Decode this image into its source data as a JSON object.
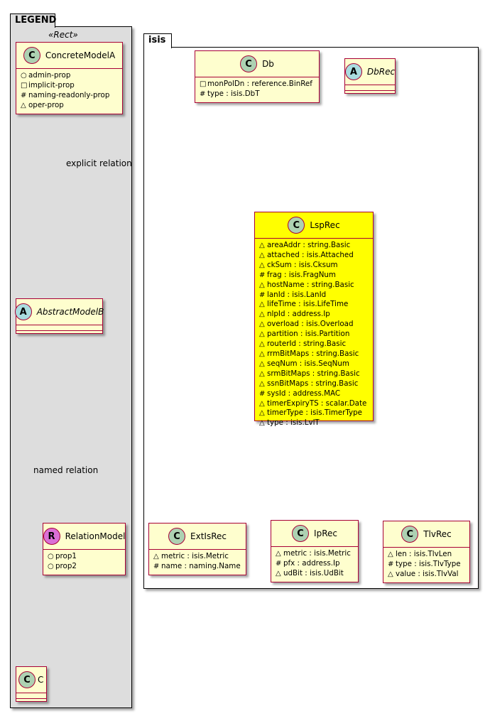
{
  "legend": {
    "title": "LEGEND",
    "stereotype": "«Rect»",
    "relation_labels": {
      "explicit": "explicit relation",
      "named": "named relation"
    }
  },
  "package": {
    "title": "isis"
  },
  "colors": {
    "class_fill": "#fefece",
    "class_border": "#a80036",
    "highlight_fill": "#ffff00",
    "legend_fill": "#dddddd",
    "spot_class": "#add1b2",
    "spot_abstract": "#a9dcdf",
    "spot_relation": "#da70d6"
  },
  "classes": {
    "concrete_model_a": {
      "spot": "C",
      "name": "ConcreteModelA",
      "attrs": [
        {
          "vis": "○",
          "text": "admin-prop"
        },
        {
          "vis": "□",
          "text": "implicit-prop"
        },
        {
          "vis": "#",
          "text": "naming-readonly-prop"
        },
        {
          "vis": "△",
          "text": "oper-prop"
        }
      ]
    },
    "abstract_model_b": {
      "spot": "A",
      "name": "AbstractModelB"
    },
    "relation_model": {
      "spot": "R",
      "name": "RelationModel",
      "attrs": [
        {
          "vis": "○",
          "text": "prop1"
        },
        {
          "vis": "○",
          "text": "prop2"
        }
      ]
    },
    "c": {
      "spot": "C",
      "name": "C"
    },
    "db": {
      "spot": "C",
      "name": "Db",
      "attrs": [
        {
          "vis": "□",
          "text": "monPolDn : reference.BinRef"
        },
        {
          "vis": "#",
          "text": "type : isis.DbT"
        }
      ]
    },
    "db_rec": {
      "spot": "A",
      "name": "DbRec"
    },
    "lsp_rec": {
      "spot": "C",
      "name": "LspRec",
      "attrs": [
        {
          "vis": "△",
          "text": "areaAddr : string.Basic"
        },
        {
          "vis": "△",
          "text": "attached : isis.Attached"
        },
        {
          "vis": "△",
          "text": "ckSum : isis.Cksum"
        },
        {
          "vis": "#",
          "text": "frag : isis.FragNum"
        },
        {
          "vis": "△",
          "text": "hostName : string.Basic"
        },
        {
          "vis": "#",
          "text": "lanId : isis.LanId"
        },
        {
          "vis": "△",
          "text": "lifeTime : isis.LifeTime"
        },
        {
          "vis": "△",
          "text": "nlpId : address.Ip"
        },
        {
          "vis": "△",
          "text": "overload : isis.Overload"
        },
        {
          "vis": "△",
          "text": "partition : isis.Partition"
        },
        {
          "vis": "△",
          "text": "routerId : string.Basic"
        },
        {
          "vis": "△",
          "text": "rrmBitMaps : string.Basic"
        },
        {
          "vis": "△",
          "text": "seqNum : isis.SeqNum"
        },
        {
          "vis": "△",
          "text": "srmBitMaps : string.Basic"
        },
        {
          "vis": "△",
          "text": "ssnBitMaps : string.Basic"
        },
        {
          "vis": "#",
          "text": "sysId : address.MAC"
        },
        {
          "vis": "△",
          "text": "timerExpiryTS : scalar.Date"
        },
        {
          "vis": "△",
          "text": "timerType : isis.TimerType"
        },
        {
          "vis": "△",
          "text": "type : isis.LvlT"
        }
      ]
    },
    "ext_is_rec": {
      "spot": "C",
      "name": "ExtIsRec",
      "attrs": [
        {
          "vis": "△",
          "text": "metric : isis.Metric"
        },
        {
          "vis": "#",
          "text": "name : naming.Name"
        }
      ]
    },
    "ip_rec": {
      "spot": "C",
      "name": "IpRec",
      "attrs": [
        {
          "vis": "△",
          "text": "metric : isis.Metric"
        },
        {
          "vis": "#",
          "text": "pfx : address.Ip"
        },
        {
          "vis": "△",
          "text": "udBit : isis.UdBit"
        }
      ]
    },
    "tlv_rec": {
      "spot": "C",
      "name": "TlvRec",
      "attrs": [
        {
          "vis": "△",
          "text": "len : isis.TlvLen"
        },
        {
          "vis": "#",
          "text": "type : isis.TlvType"
        },
        {
          "vis": "△",
          "text": "value : isis.TlvVal"
        }
      ]
    }
  }
}
